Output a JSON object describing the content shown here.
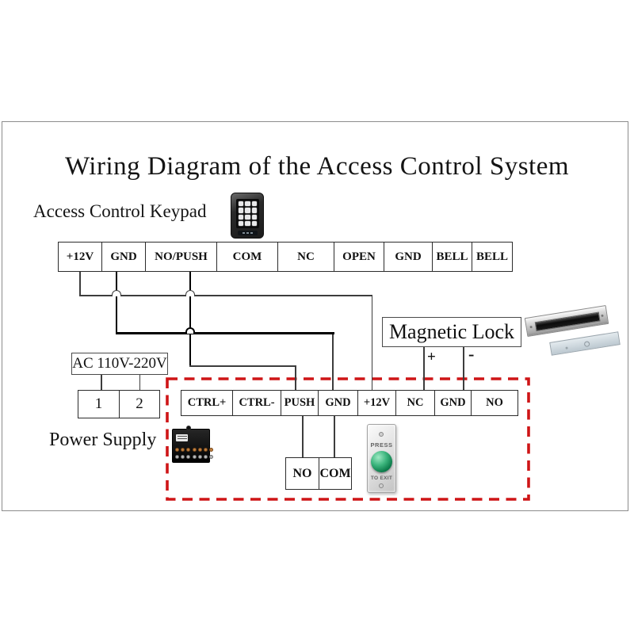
{
  "title": "Wiring Diagram of the Access Control System",
  "keypad": {
    "label": "Access Control Keypad"
  },
  "top_strip": {
    "cells": [
      "+12V",
      "GND",
      "NO/PUSH",
      "COM",
      "NC",
      "OPEN",
      "GND",
      "BELL",
      "BELL"
    ]
  },
  "magnetic_lock": {
    "label": "Magnetic Lock",
    "plus": "+",
    "minus": "-"
  },
  "ac_input": {
    "label": "AC 110V-220V",
    "terminals": [
      "1",
      "2"
    ]
  },
  "power_supply": {
    "label": "Power Supply"
  },
  "bottom_strip": {
    "cells": [
      "CTRL+",
      "CTRL-",
      "PUSH",
      "GND",
      "+12V",
      "NC",
      "GND",
      "NO"
    ]
  },
  "relay_contacts": {
    "cells": [
      "NO",
      "COM"
    ]
  },
  "exit_button": {
    "press": "PRESS",
    "to_exit": "TO EXIT"
  },
  "colors": {
    "dashed_box": "#ce1517",
    "wire": "#3d3d3d",
    "wire_bold": "#000000"
  }
}
